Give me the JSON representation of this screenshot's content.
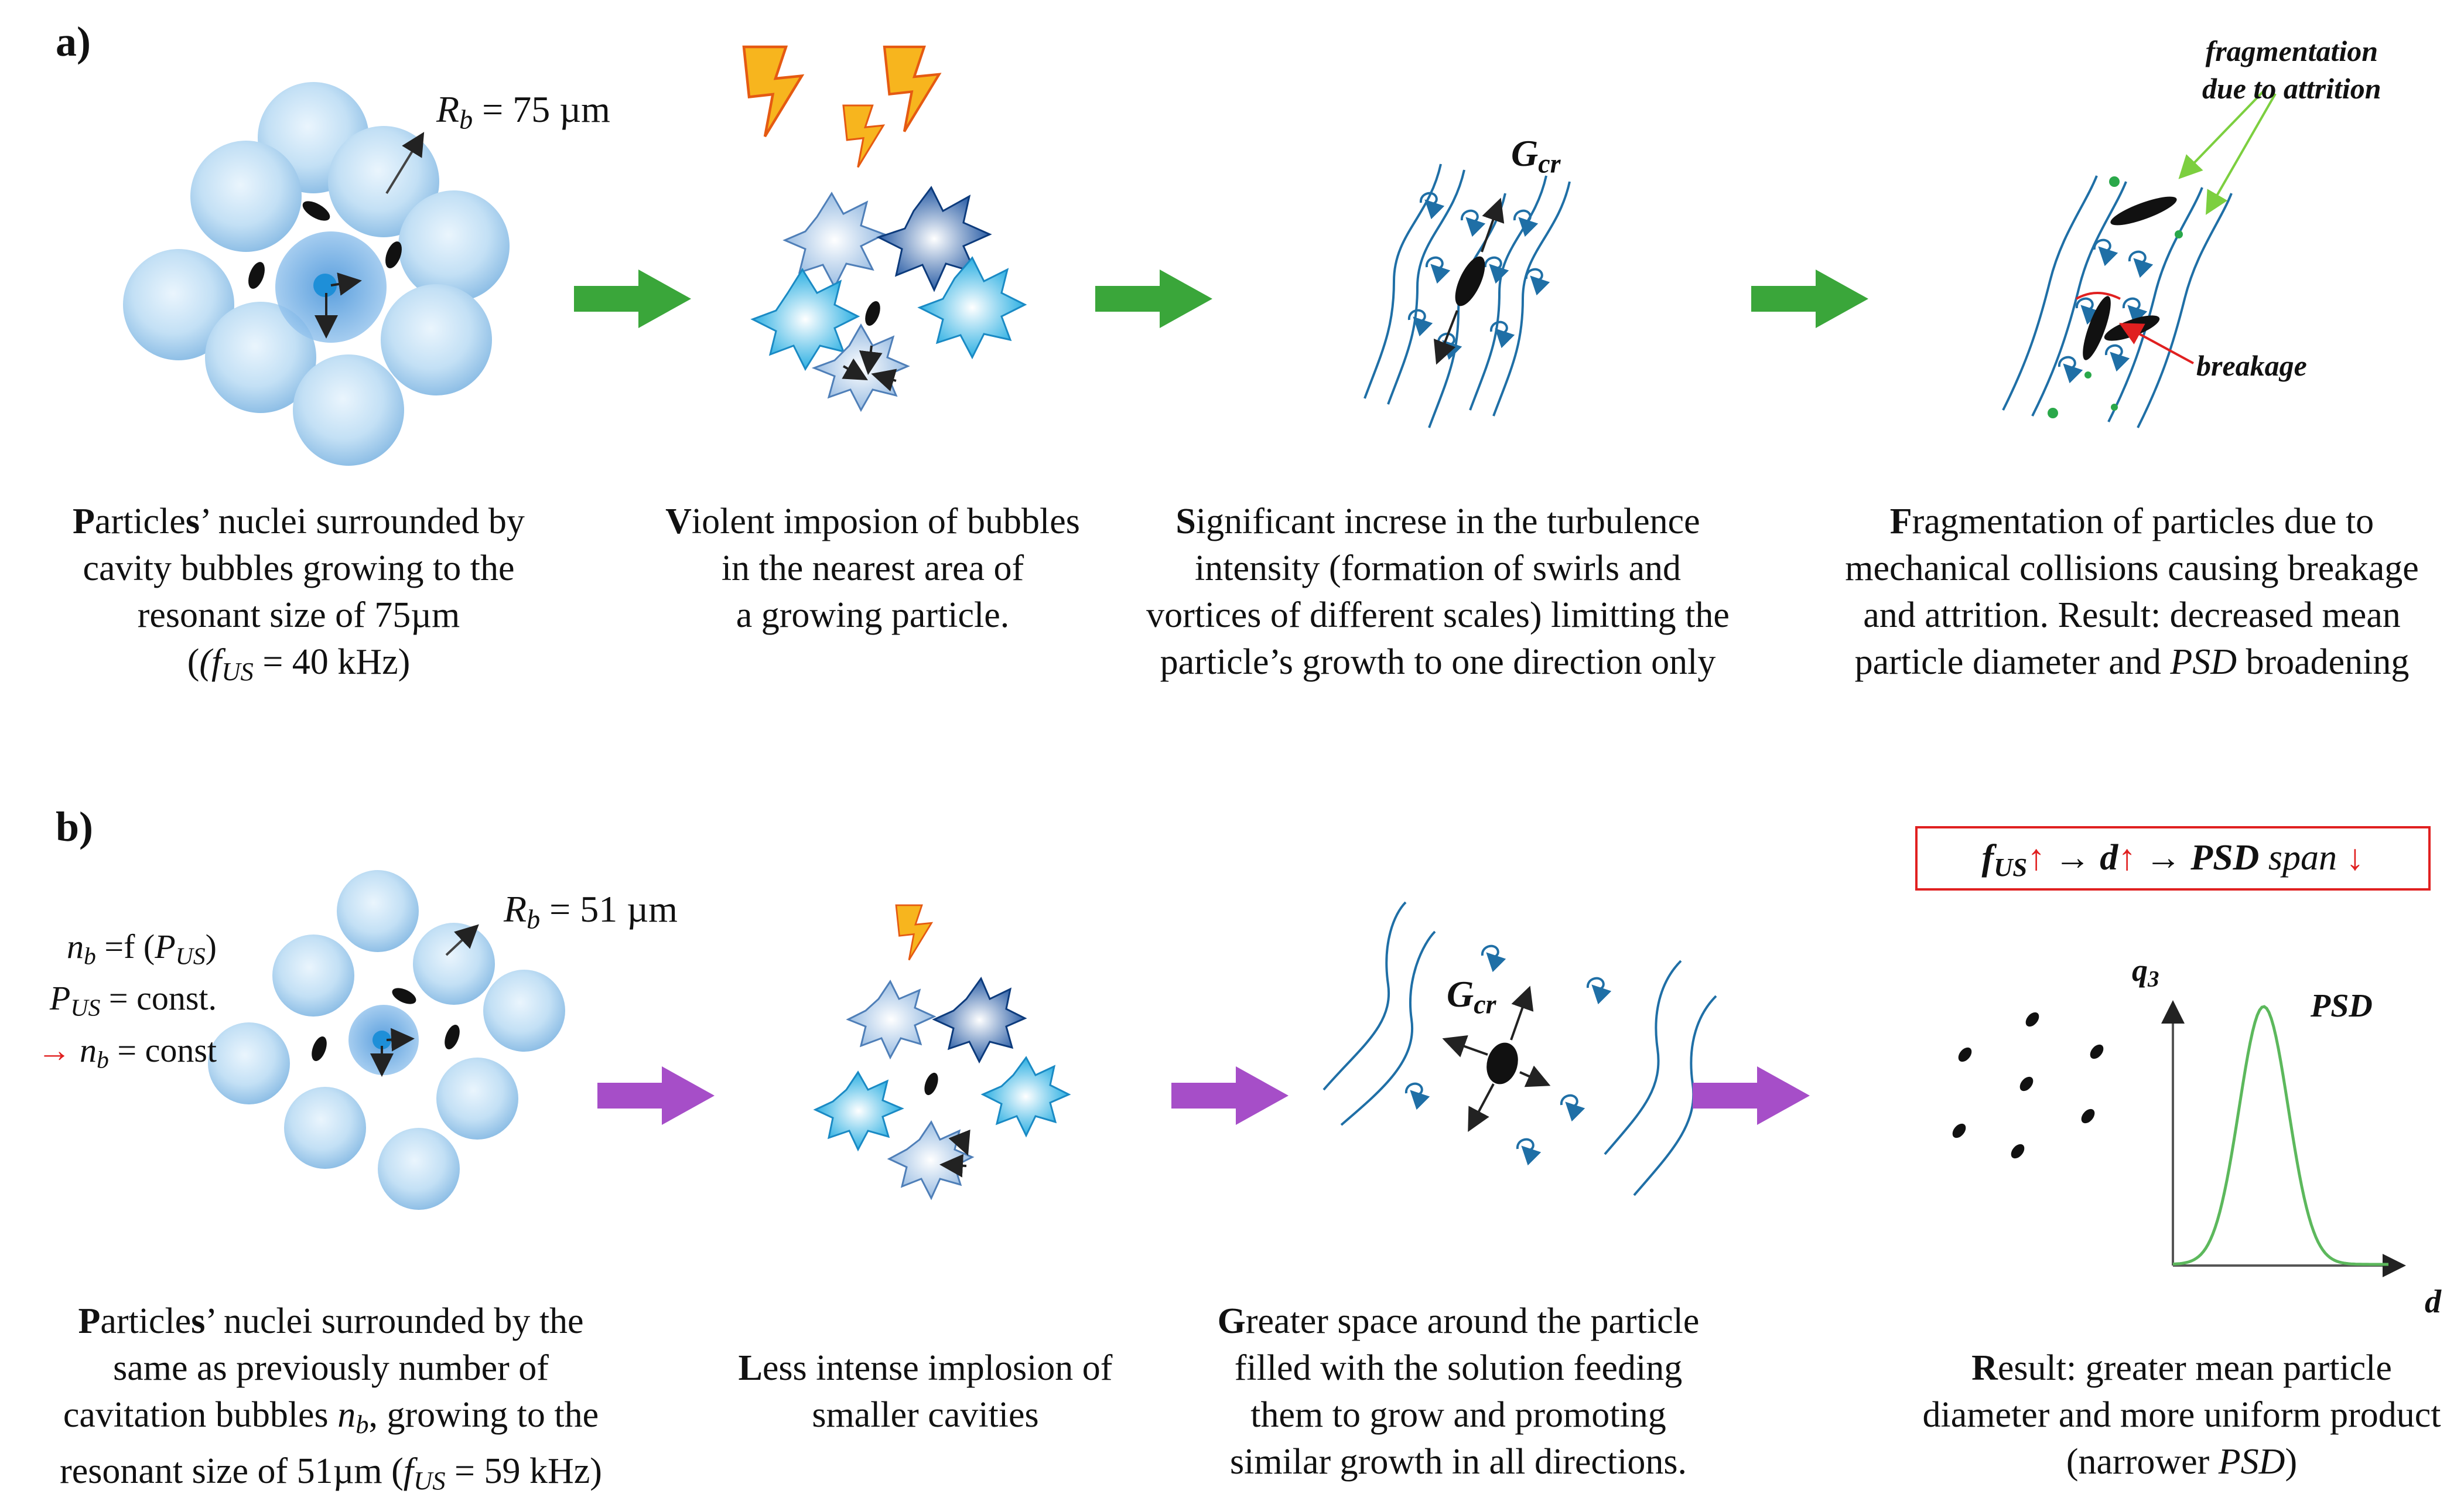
{
  "panels": {
    "a": {
      "letter": "a)",
      "radius_label": "R",
      "radius_sub": "b",
      "radius_value": "= 75 µm",
      "gcr_label": "G",
      "gcr_sub": "cr",
      "fragmentation_note_line1": "fragmentation",
      "fragmentation_note_line2": "due to attrition",
      "breakage_note": "breakage",
      "captions": [
        [
          "P",
          "article",
          "s",
          "’ nuclei surrounded by",
          "cavity bubbles growing to the",
          "resonant size of 75µm",
          "(f",
          "US",
          " = 40 kHz)"
        ],
        [
          "V",
          "iolent imposion of bubbles",
          "in the nearest area of",
          "a growing particle."
        ],
        [
          "S",
          "ignificant increse in the turbulence",
          "intensity (formation of swirls and",
          "vortices of different scales) limitting the",
          "particle’s growth to one direction only"
        ],
        [
          "F",
          "ragmentation of particles due to",
          "mechanical collisions causing breakage",
          "and attrition. Result: decreased mean",
          "particle diameter and ",
          "PSD",
          " broadening"
        ]
      ]
    },
    "b": {
      "letter": "b)",
      "radius_label": "R",
      "radius_sub": "b",
      "radius_value": "= 51 µm",
      "nb_line1": "=f (",
      "nb_line1_end": ")",
      "pus_line": "= const.",
      "nb_line3": "= const",
      "n_label": "n",
      "n_sub": "b",
      "p_label": "P",
      "p_sub": "US",
      "gcr_label": "G",
      "gcr_sub": "cr",
      "psd_label": "PSD",
      "q3_label": "q",
      "q3_sub": "3",
      "d_axis": "d",
      "relation": {
        "f": "f",
        "f_sub": "US",
        "up1": "↑",
        "arrow1": " → ",
        "d": "d",
        "up2": "↑",
        "arrow2": " → ",
        "psd": "PSD",
        "span": " span ",
        "down": "↓"
      },
      "captions": [
        [
          "P",
          "article",
          "s",
          "’ nuclei surrounded by the",
          "same as previously number of",
          "cavitation bubbles ",
          "n",
          "b",
          ", growing to the",
          "resonant size of 51µm (",
          "f",
          "US",
          " = 59 kHz)"
        ],
        [
          "L",
          "ess intense implosion of",
          "smaller cavities"
        ],
        [
          "G",
          "reater space around the particle",
          "filled with the solution feeding",
          "them to grow and promoting",
          "similar growth in all directions."
        ],
        [
          "R",
          "esult: greater mean particle",
          "diameter and more uniform product",
          "(narrower ",
          "PSD",
          ")"
        ]
      ]
    }
  },
  "colors": {
    "bubble": "#bcdcf3",
    "bubble_edge": "#8fbfe6",
    "arrow_green": "#3aa63a",
    "arrow_purple": "#a64ec8",
    "swirl": "#1f6fa6",
    "lightning": "#f7b51e",
    "psd_curve": "#5cb85c",
    "red": "#e02020"
  }
}
